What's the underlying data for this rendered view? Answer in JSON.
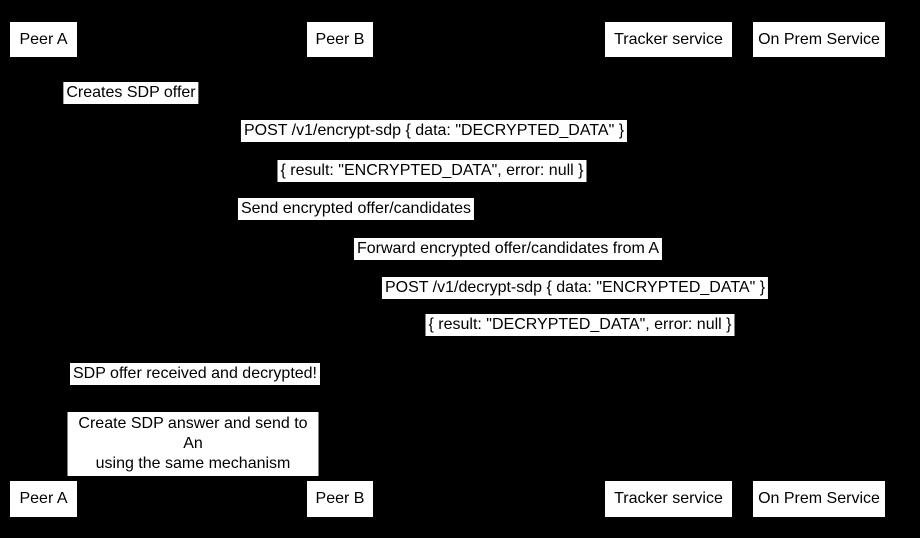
{
  "diagram": {
    "kind": "sequence-diagram",
    "colors": {
      "background": "#000000",
      "label_background": "#ffffff",
      "label_text": "#000000"
    },
    "participants": [
      "Peer A",
      "Peer B",
      "Tracker service",
      "On Prem Service"
    ],
    "messages": [
      "Creates SDP offer",
      "POST /v1/encrypt-sdp { data: \"DECRYPTED_DATA\" }",
      "{ result: \"ENCRYPTED_DATA\", error: null }",
      "Send encrypted offer/candidates",
      "Forward encrypted offer/candidates from A",
      "POST /v1/decrypt-sdp { data: \"ENCRYPTED_DATA\" }",
      "{ result: \"DECRYPTED_DATA\", error: null }",
      "SDP offer received and decrypted!"
    ],
    "note": {
      "line1": "Create SDP answer and send to An",
      "line2": "using the same mechanism"
    }
  }
}
